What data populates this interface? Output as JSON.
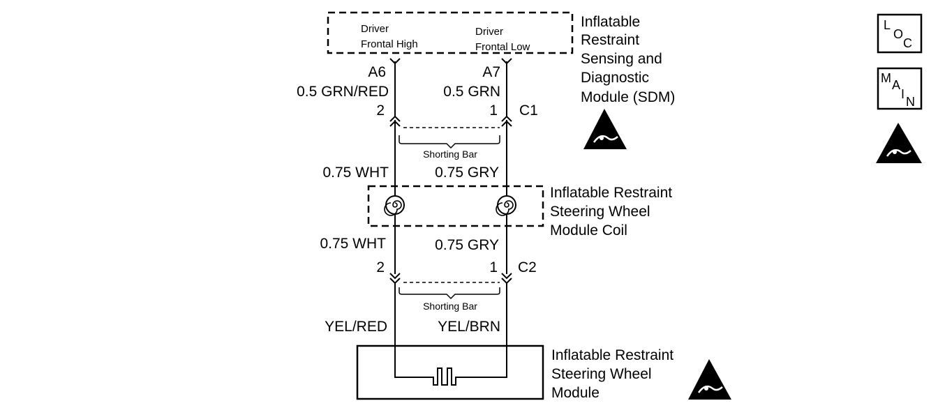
{
  "sdm": {
    "pin_high_label_line1": "Driver",
    "pin_high_label_line2": "Frontal High",
    "pin_low_label_line1": "Driver",
    "pin_low_label_line2": "Frontal Low",
    "title_lines": [
      "Inflatable",
      "Restraint",
      "Sensing and",
      "Diagnostic",
      "Module (SDM)"
    ]
  },
  "connector_c1": {
    "name": "C1",
    "left_terminal": "A6",
    "right_terminal": "A7",
    "left_wire": "0.5 GRN/RED",
    "right_wire": "0.5 GRN",
    "left_pin": "2",
    "right_pin": "1",
    "shorting_bar": "Shorting Bar"
  },
  "coil": {
    "upper_left_wire": "0.75 WHT",
    "upper_right_wire": "0.75 GRY",
    "lower_left_wire": "0.75 WHT",
    "lower_right_wire": "0.75 GRY",
    "title_lines": [
      "Inflatable Restraint",
      "Steering Wheel",
      "Module Coil"
    ]
  },
  "connector_c2": {
    "name": "C2",
    "left_pin": "2",
    "right_pin": "1",
    "shorting_bar": "Shorting Bar",
    "left_wire": "YEL/RED",
    "right_wire": "YEL/BRN"
  },
  "module": {
    "title_lines": [
      "Inflatable Restraint",
      "Steering Wheel",
      "Module"
    ]
  },
  "nav": {
    "loc_letters": [
      "L",
      "O",
      "C"
    ],
    "main_letters": [
      "M",
      "A",
      "I",
      "N"
    ]
  },
  "icons": [
    "esd-warning-icon",
    "esd-warning-icon",
    "esd-warning-icon"
  ]
}
